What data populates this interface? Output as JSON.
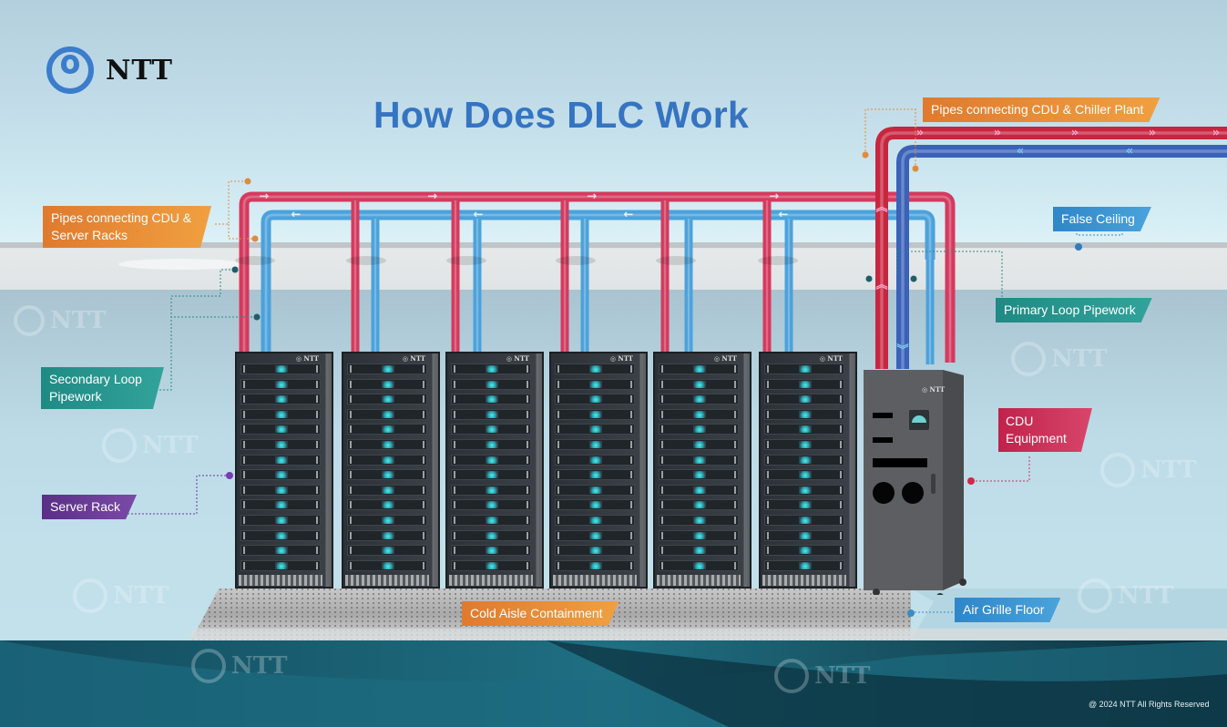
{
  "logo": {
    "brand": "NTT",
    "icon": "ntt-logo-icon"
  },
  "title": "How Does DLC Work",
  "labels": {
    "pipes_cdu_chiller": "Pipes connecting CDU & Chiller Plant",
    "pipes_cdu_racks_line1": "Pipes connecting CDU &",
    "pipes_cdu_racks_line2": "Server Racks",
    "false_ceiling": "False Ceiling",
    "primary_loop": "Primary Loop Pipework",
    "secondary_loop_line1": "Secondary Loop",
    "secondary_loop_line2": "Pipework",
    "server_rack": "Server Rack",
    "cdu_line1": "CDU",
    "cdu_line2": "Equipment",
    "cold_aisle": "Cold Aisle Containment",
    "air_grille": "Air Grille Floor"
  },
  "rack_brand": "NTT",
  "watermark": "NTT",
  "copyright": "@ 2024 NTT All Rights Reserved",
  "colors": {
    "title": "#3574c2",
    "hot_pipe": "#d43a5e",
    "cold_pipe": "#4ba2dc",
    "primary_hot": "#c8263f",
    "primary_cold": "#3a62b8",
    "orange_label": "#ec8d36",
    "teal_label": "#2a968e",
    "purple_label": "#6a3c98",
    "crimson_label": "#cc2f56",
    "blue_label": "#3a95d2"
  }
}
